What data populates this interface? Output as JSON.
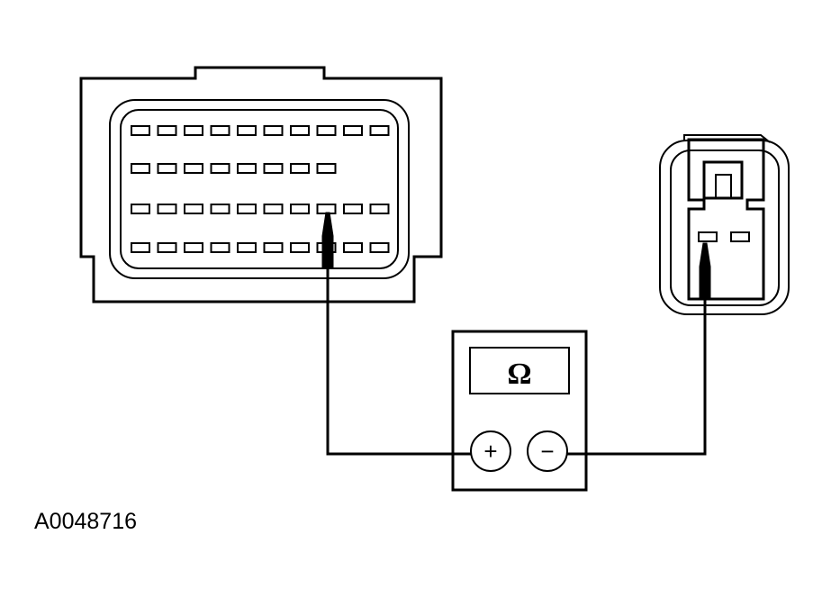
{
  "meter": {
    "display_symbol": "Ω",
    "positive_terminal": "+",
    "negative_terminal": "−"
  },
  "figure_id": "A0048716",
  "module_connector": {
    "rows": [
      10,
      8,
      10,
      10
    ]
  },
  "colors": {
    "line": "#000000",
    "background": "#ffffff"
  }
}
